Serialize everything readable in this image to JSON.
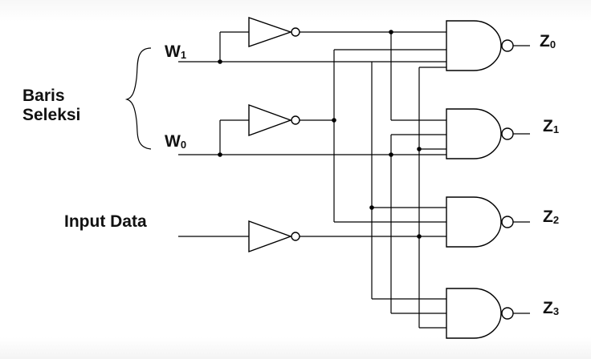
{
  "selection_label_line1": "Baris",
  "selection_label_line2": "Seleksi",
  "input_data_label": "Input Data",
  "inputs": [
    {
      "letter": "W",
      "index": "1"
    },
    {
      "letter": "W",
      "index": "0"
    }
  ],
  "outputs": [
    {
      "letter": "Z",
      "index": "0"
    },
    {
      "letter": "Z",
      "index": "1"
    },
    {
      "letter": "Z",
      "index": "2"
    },
    {
      "letter": "Z",
      "index": "3"
    }
  ]
}
